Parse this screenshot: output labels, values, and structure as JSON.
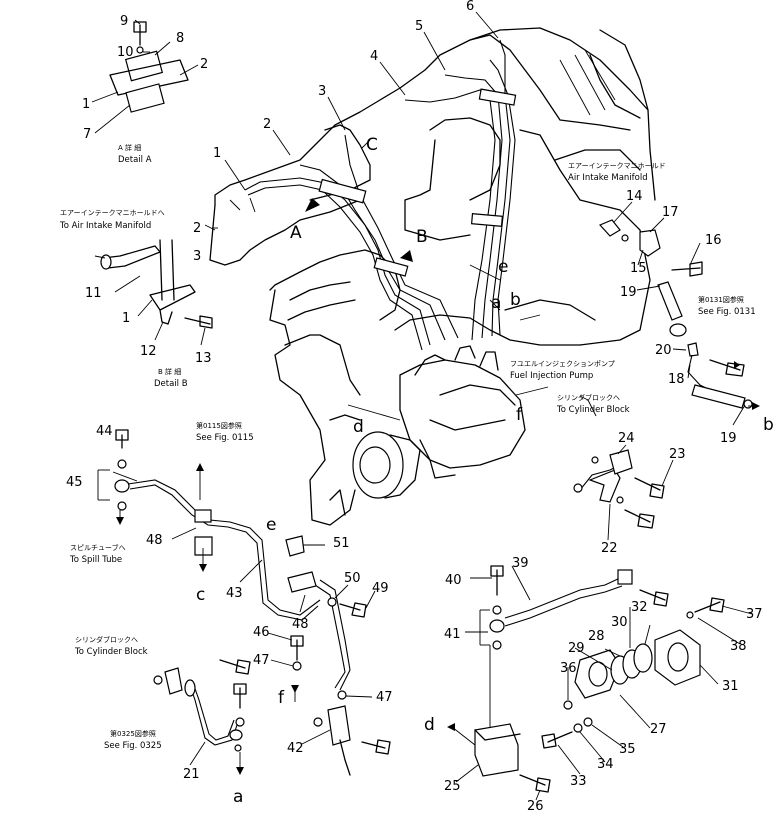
{
  "diagram": {
    "part_numbers": [
      "9",
      "10",
      "8",
      "2",
      "1",
      "7",
      "5",
      "6",
      "4",
      "3",
      "2",
      "1",
      "2",
      "3",
      "11",
      "1",
      "12",
      "13",
      "14",
      "17",
      "16",
      "15",
      "19",
      "20",
      "18",
      "19",
      "44",
      "45",
      "48",
      "43",
      "51",
      "50",
      "49",
      "48",
      "46",
      "47",
      "47",
      "42",
      "21",
      "22",
      "24",
      "23",
      "39",
      "40",
      "41",
      "32",
      "30",
      "28",
      "29",
      "31",
      "37",
      "38",
      "36",
      "27",
      "35",
      "34",
      "33",
      "25",
      "26"
    ],
    "letters": [
      "A",
      "B",
      "C",
      "c",
      "e",
      "a",
      "b",
      "d",
      "f",
      "b",
      "d",
      "e",
      "c",
      "a",
      "f"
    ],
    "labels": {
      "detail_a_jp": "A 詳 細",
      "detail_a": "Detail A",
      "detail_b_jp": "B 詳 細",
      "detail_b": "Detail B",
      "to_air_intake_jp": "エアーインテークマニホールドへ",
      "to_air_intake": "To Air Intake Manifold",
      "air_intake_jp": "エアーインテークマニホールド",
      "air_intake": "Air Intake Manifold",
      "fuel_pump_jp": "フユエルインジェクションポンプ",
      "fuel_pump": "Fuel Injection Pump",
      "to_cyl_block_jp": "シリンダブロックへ",
      "to_cyl_block": "To Cylinder Block",
      "see_0131_jp": "第0131図参照",
      "see_0131": "See Fig. 0131",
      "see_0115_jp": "第0115図参照",
      "see_0115": "See Fig. 0115",
      "to_spill_jp": "スピルチューブへ",
      "to_spill": "To Spill Tube",
      "to_cyl_block2_jp": "シリンダブロックへ",
      "to_cyl_block2": "To Cylinder Block",
      "see_0325_jp": "第0325図参照",
      "see_0325": "See Fig. 0325"
    }
  }
}
